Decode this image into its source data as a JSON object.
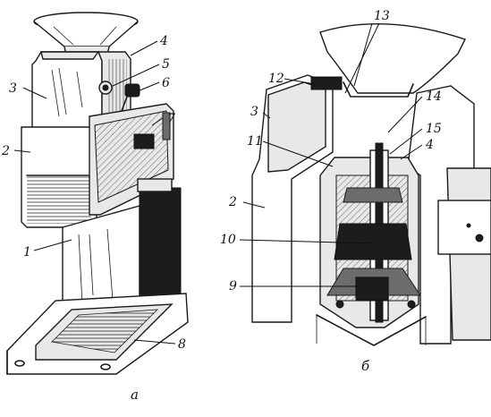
{
  "figure": {
    "panel_a": {
      "caption": "а",
      "labels": [
        "1",
        "2",
        "3",
        "4",
        "5",
        "6",
        "7",
        "8"
      ]
    },
    "panel_b": {
      "caption": "б",
      "labels": [
        "2",
        "3",
        "4",
        "9",
        "10",
        "11",
        "12",
        "13",
        "14",
        "15"
      ]
    }
  }
}
